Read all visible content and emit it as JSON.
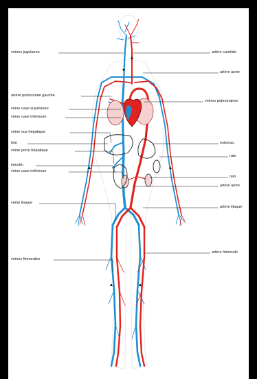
{
  "colors": {
    "vein": "#1f8fd1",
    "artery": "#e0231f",
    "organ_outline": "#222222",
    "background": "#ffffff"
  },
  "labels": {
    "left": [
      "veines jugulaires",
      "artère pulmonaire gauche",
      "veine cave supérieure",
      "veine cave inférieure",
      "veine sus-hépatique",
      "foie",
      "veine porte hépatique",
      "intestin",
      "veine cave inférieure",
      "veine iliaque",
      "veines fémorales"
    ],
    "right": [
      "artère carotide",
      "artère aorte",
      "veines pulmonaires",
      "estomac",
      "rate",
      "rein",
      "artère aorte",
      "artère iliaque",
      "artère fémorale"
    ]
  }
}
